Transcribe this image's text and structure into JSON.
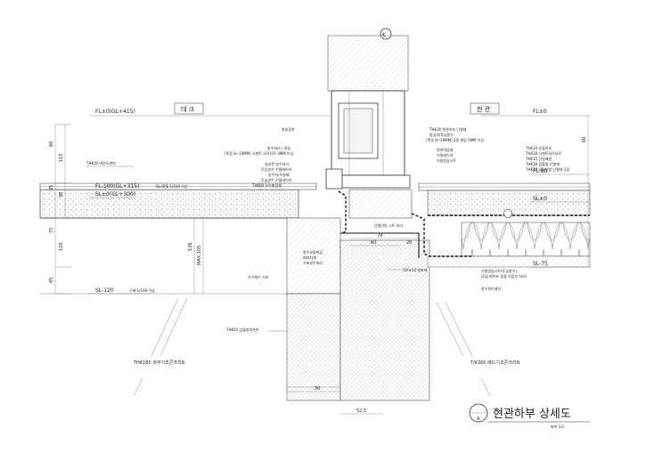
{
  "sheet": {
    "title": "현관하부 상세도",
    "scale_note": "축척 1/2",
    "marker": "A",
    "center_mark": "℄"
  },
  "rooms": {
    "left": "데 크",
    "right": "현 관"
  },
  "levels": {
    "fl_top_left": "FL±0(GL+415)",
    "fl_top_right": "FL±0",
    "fl_100": "FL-100(GL+315)",
    "sl_0_left": "SL±0(GL+300)",
    "sl_120": "SL-120",
    "fl_80": "FL-80",
    "sl_0_right": "SL±0",
    "sl_75": "SL-75"
  },
  "dimensions": {
    "left_v": [
      "60",
      "115",
      "35",
      "30",
      "75",
      "120",
      "45"
    ],
    "dim_136": "136",
    "dim_max105": "MAX.105",
    "dim_79": "79",
    "dim_60": "60",
    "dim_26": "26",
    "dim_30": "30",
    "dim_52": "52.5"
  },
  "labels": {
    "deck_finish": "THK30 바루유판마",
    "slope": "SL.OPE 1/100 이상",
    "slope2": "구배 1/100 이상",
    "gutter": "우수배수 거터",
    "ext_conc": "THK180 외부기초콘크리트",
    "int_conc": "T/K300 베드기초콘크리트",
    "insul_ext": "THK50 압출법보온판",
    "window": "창호정착",
    "sill_group": [
      "방수처리 / 실링",
      "(폭음 8~10MM) 시멘트 모르타르 3MM 이상",
      "실리콘 방수처리",
      "투습방수 기밀테이프",
      "방수지/우정재",
      "투습방수 기밀테이프",
      "THK60 우수충진재"
    ],
    "threshold": [
      "THK30 현관하부 단열재",
      "방습지/투습방수",
      "(폭음 8~10MM) 2중 씰링 3MM 이상"
    ],
    "floor_layers": [
      "현관마감재",
      "기밀테이프",
      "기밀방습시트"
    ],
    "right_layers": [
      "THK10 온돌마루",
      "THK30 시멘트모르타르",
      "THK15 난방배관",
      "THK30 압출법 단열재",
      "THK30 바닥난방 단열재 2겹"
    ],
    "foundation_layers": [
      "방수코팅마감",
      "제미자재",
      "기초방수처리"
    ],
    "waterproof": "단열기밀 시트 처리",
    "thk_note": "100x10 발포재",
    "vapor": [
      "기밀방습시트(투습방수)",
      "(2겹 테이프 중첩 이음부 처리)"
    ],
    "vapor_note": "방수처리설치"
  }
}
